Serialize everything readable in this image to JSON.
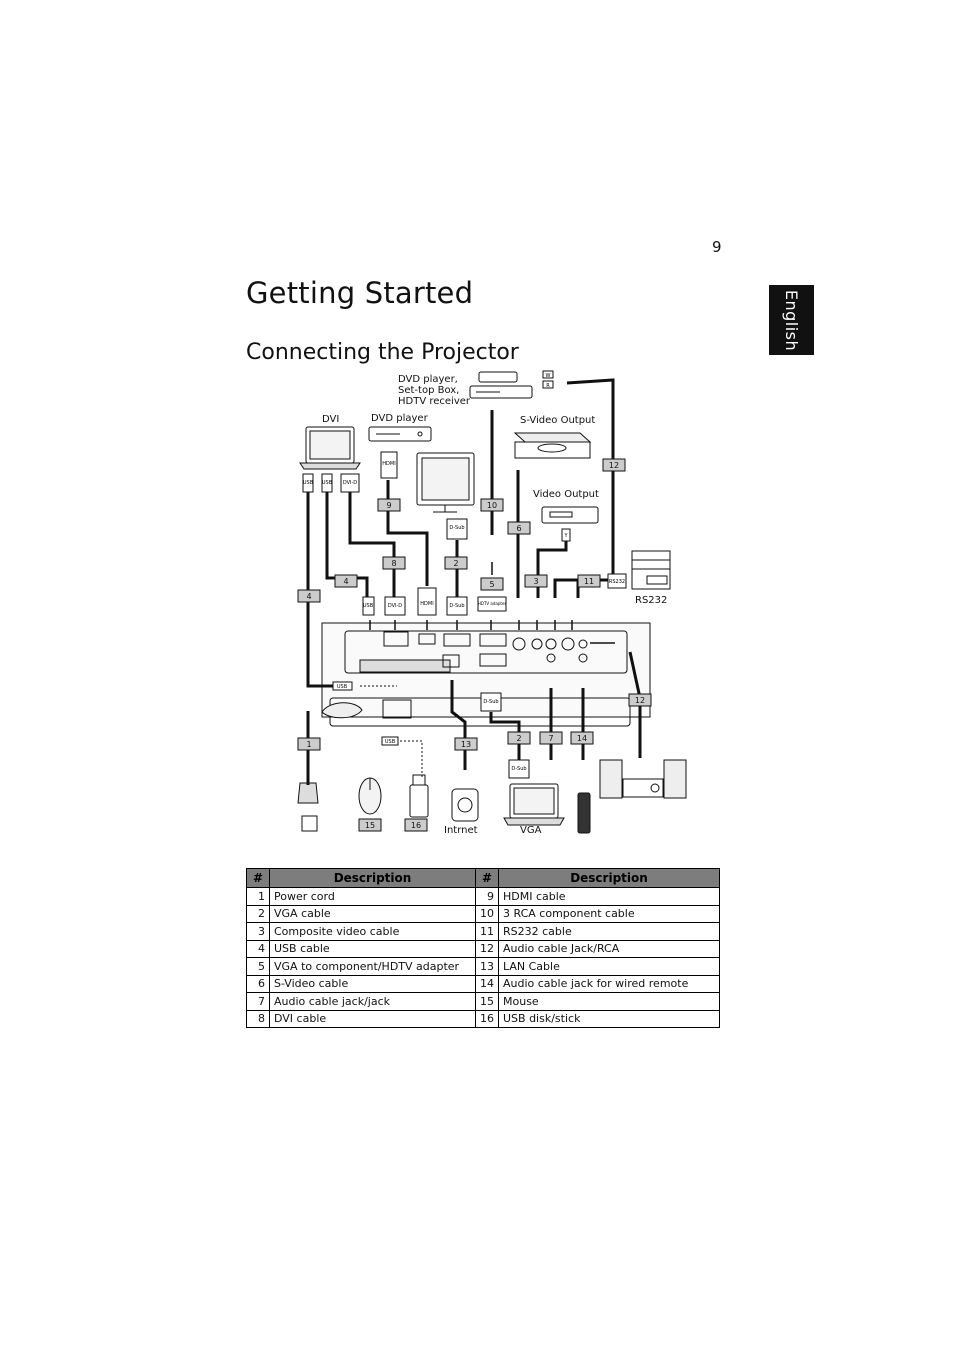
{
  "page": {
    "number": "9",
    "language_tab": "English",
    "title": "Getting Started",
    "section_title": "Connecting the Projector"
  },
  "diagram": {
    "labels": {
      "dvd_stb_hdtv": [
        "DVD player,",
        "Set-top Box,",
        "HDTV receiver"
      ],
      "dvi": "DVI",
      "dvd_player": "DVD player",
      "svideo_output": "S-Video Output",
      "video_output": "Video Output",
      "rs232": "RS232",
      "intrnet": "Intrnet",
      "vga": "VGA"
    },
    "connectors": {
      "usb": "USB",
      "dvi_d": "DVI-D",
      "hdmi": "HDMI",
      "d_sub": "D-Sub",
      "hdtv_adapter": "HDTV adapter",
      "rs232": "RS232",
      "y": "Y",
      "w": "W",
      "r": "R"
    },
    "callouts": [
      "1",
      "2",
      "3",
      "4",
      "5",
      "6",
      "7",
      "8",
      "9",
      "10",
      "11",
      "12",
      "13",
      "14",
      "15",
      "16"
    ]
  },
  "table": {
    "headers": [
      "#",
      "Description",
      "#",
      "Description"
    ],
    "rows": [
      {
        "n1": "1",
        "d1": "Power cord",
        "n2": "9",
        "d2": "HDMI cable"
      },
      {
        "n1": "2",
        "d1": "VGA cable",
        "n2": "10",
        "d2": "3 RCA component cable"
      },
      {
        "n1": "3",
        "d1": "Composite video cable",
        "n2": "11",
        "d2": "RS232 cable"
      },
      {
        "n1": "4",
        "d1": "USB cable",
        "n2": "12",
        "d2": "Audio cable Jack/RCA"
      },
      {
        "n1": "5",
        "d1": "VGA to component/HDTV adapter",
        "n2": "13",
        "d2": "LAN Cable"
      },
      {
        "n1": "6",
        "d1": "S-Video cable",
        "n2": "14",
        "d2": "Audio cable jack for wired remote"
      },
      {
        "n1": "7",
        "d1": "Audio cable jack/jack",
        "n2": "15",
        "d2": "Mouse"
      },
      {
        "n1": "8",
        "d1": "DVI cable",
        "n2": "16",
        "d2": "USB disk/stick"
      }
    ]
  }
}
